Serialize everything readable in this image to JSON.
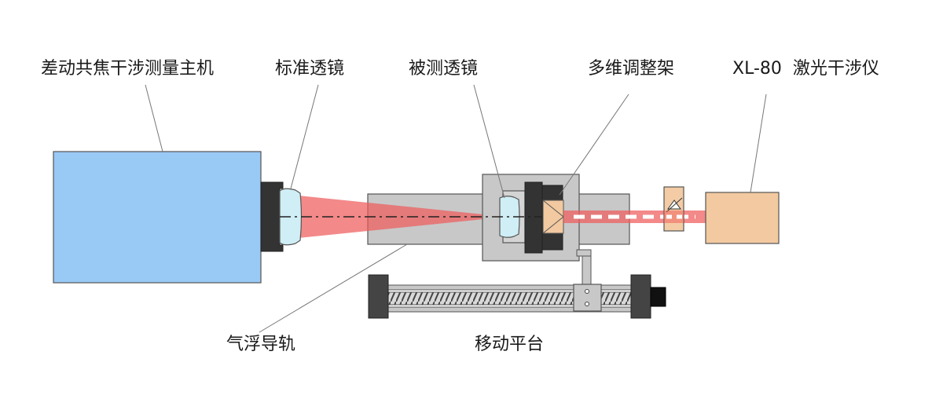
{
  "labels": {
    "host": "差动共焦干涉测量主机",
    "std_lens": "标准透镜",
    "test_lens": "被测透镜",
    "mount": "多维调整架",
    "laser": "XL-80  激光干涉仪",
    "rail": "气浮导轨",
    "stage": "移动平台"
  },
  "colors": {
    "host_body": "#99c9f5",
    "laser_body": "#f2c9a0",
    "beam": "#ef5b5b",
    "rail": "#c8c8c8",
    "dark_part": "#333333",
    "lens_glass": "#cfeef5"
  }
}
